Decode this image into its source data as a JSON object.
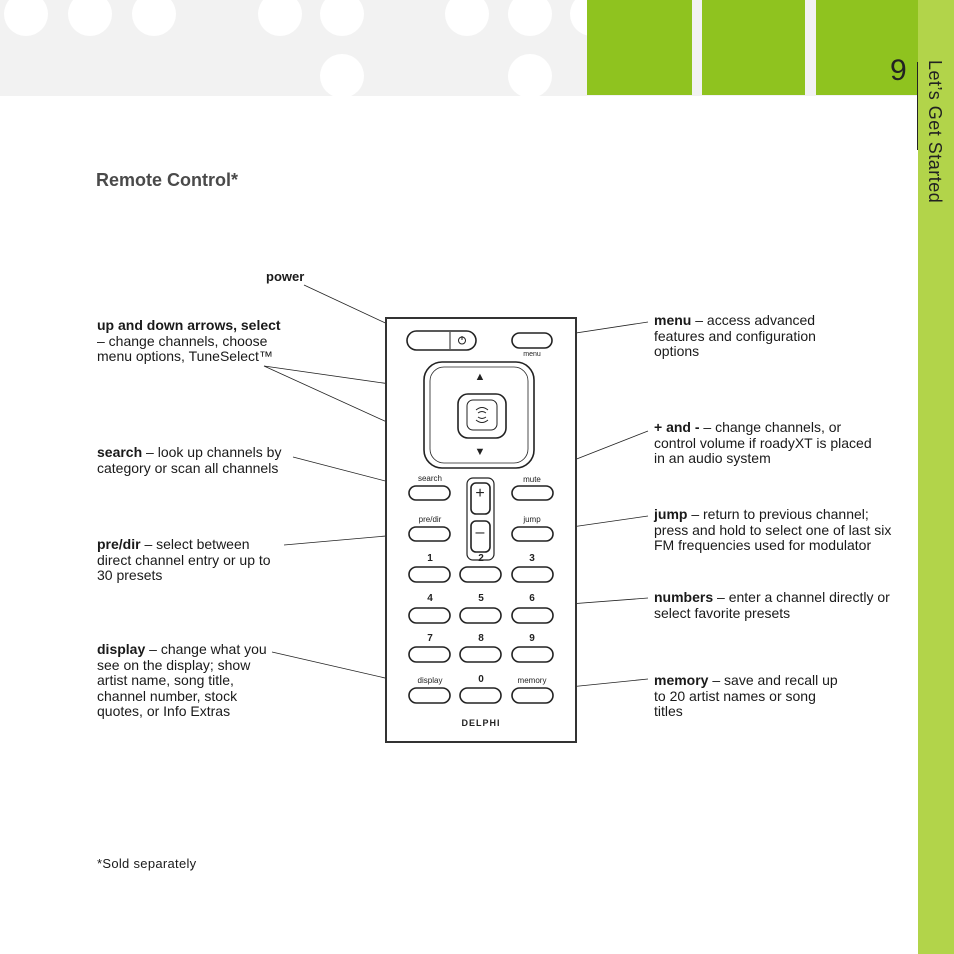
{
  "header": {
    "page_number": "9",
    "section": "Let’s Get Started"
  },
  "title": "Remote Control*",
  "annotations": {
    "power": "power",
    "arrows": {
      "bold": "up and down arrows, select",
      "text": " – change channels, choose menu options, TuneSelect™"
    },
    "search": {
      "bold": "search",
      "text": " – look up channels by category or scan all channels"
    },
    "predir": {
      "bold": "pre/dir",
      "text": " – select between direct channel entry or up to 30 presets"
    },
    "display": {
      "bold": "display",
      "text": " – change what you see on the display; show artist name, song title, channel number, stock quotes, or Info Extras"
    },
    "menu": {
      "bold": "menu",
      "text": " – access advanced features and configuration options"
    },
    "plusminus": {
      "bold": "+ and -",
      "text": " – change channels, or control volume if roadyXT is placed in an audio system"
    },
    "jump": {
      "bold": "jump",
      "text": " – return to previous channel; press and hold to select one of last six FM frequencies used for modulator"
    },
    "numbers": {
      "bold": "numbers",
      "text": " – enter a channel directly or select favorite presets"
    },
    "memory": {
      "bold": "memory",
      "text": " – save and recall up to 20 artist names or song titles"
    }
  },
  "remote": {
    "menu": "menu",
    "search": "search",
    "mute": "mute",
    "predir": "pre/dir",
    "jump": "jump",
    "display": "display",
    "memory": "memory",
    "brand": "DELPHI",
    "keys": [
      "1",
      "2",
      "3",
      "4",
      "5",
      "6",
      "7",
      "8",
      "9",
      "0"
    ],
    "up_arrow": "▲",
    "down_arrow": "▼",
    "plus": "+",
    "minus": "–"
  },
  "footnote": "*Sold separately",
  "colors": {
    "green_dark": "#8fc31f",
    "green_light": "#b2d44a",
    "band": "#f2f2f2"
  }
}
